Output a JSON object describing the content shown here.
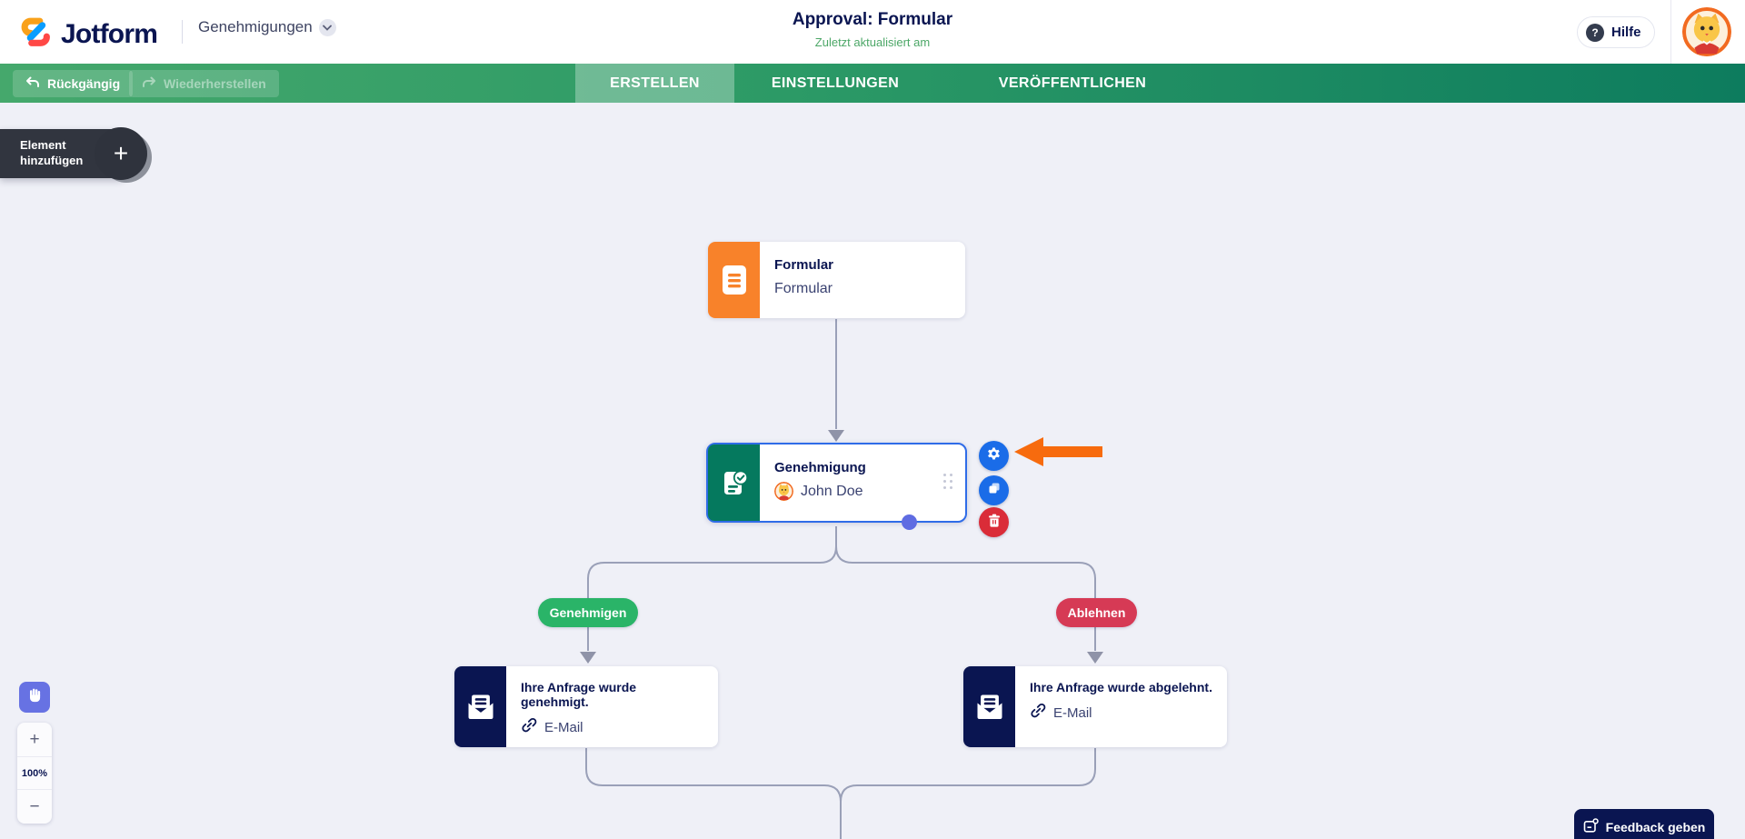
{
  "header": {
    "logo_text": "Jotform",
    "nav_label": "Genehmigungen",
    "title": "Approval: Formular",
    "subtitle": "Zuletzt aktualisiert am",
    "help_label": "Hilfe",
    "help_icon_glyph": "?"
  },
  "toolbar": {
    "undo_label": "Rückgängig",
    "redo_label": "Wiederherstellen",
    "tabs": [
      {
        "label": "ERSTELLEN",
        "active": true
      },
      {
        "label": "EINSTELLUNGEN",
        "active": false
      },
      {
        "label": "VERÖFFENTLICHEN",
        "active": false
      }
    ]
  },
  "canvas": {
    "add_element": {
      "line1": "Element",
      "line2": "hinzufügen",
      "plus_glyph": "+"
    },
    "nodes": {
      "form": {
        "title": "Formular",
        "subtitle": "Formular"
      },
      "approval": {
        "title": "Genehmigung",
        "assignee": "John Doe"
      },
      "email_approved": {
        "title": "Ihre Anfrage wurde genehmigt.",
        "type_label": "E-Mail"
      },
      "email_denied": {
        "title": "Ihre Anfrage wurde abgelehnt.",
        "type_label": "E-Mail"
      }
    },
    "branches": {
      "approve_label": "Genehmigen",
      "deny_label": "Ablehnen"
    }
  },
  "zoom_controls": {
    "zoom_in": "+",
    "zoom_level": "100%",
    "zoom_out": "−"
  },
  "feedback": {
    "label": "Feedback geben"
  },
  "colors": {
    "brand_navy": "#0a1551",
    "toolbar_green_start": "#45a86c",
    "toolbar_green_end": "#0d7c5e",
    "subtitle_green": "#4ca767",
    "canvas_bg": "#eff0f7",
    "form_orange": "#f8822a",
    "approval_teal": "#05795e",
    "approve_green": "#2ab468",
    "deny_red": "#d63a55",
    "action_blue": "#1a6ce8",
    "delete_red": "#da2c38",
    "selection_blue": "#2f6ce8",
    "connector_gray": "#9aa0b8",
    "arrow_orange": "#f76b0e",
    "pan_indigo": "#6772e3"
  }
}
